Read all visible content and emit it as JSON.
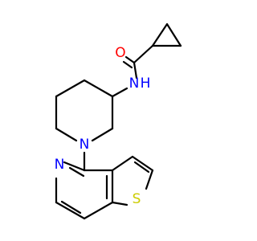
{
  "molecule": {
    "atoms": {
      "carbonyl_oxygen": {
        "symbol": "O",
        "color": "#ff0000"
      },
      "amide_nitrogen": {
        "symbol": "N",
        "color": "#0000ff",
        "hydrogen": "H"
      },
      "piperidine_nitrogen": {
        "symbol": "N",
        "color": "#0000ff"
      },
      "pyridine_nitrogen": {
        "symbol": "N",
        "color": "#0000ff"
      },
      "thiophene_sulfur": {
        "symbol": "S",
        "color": "#cccc00"
      }
    }
  }
}
